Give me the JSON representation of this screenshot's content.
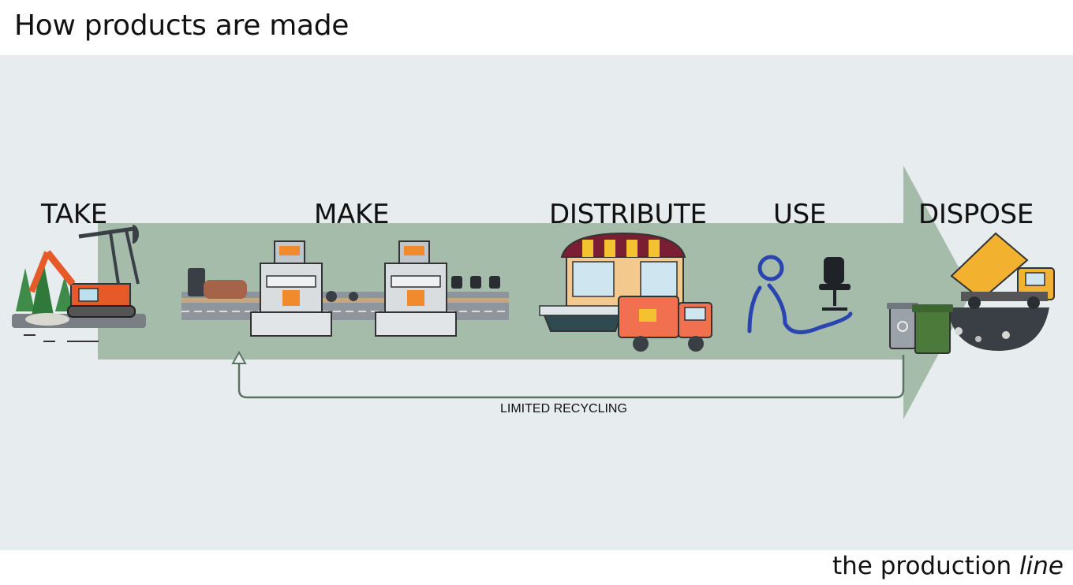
{
  "title": "How products are made",
  "stages": {
    "take": "TAKE",
    "make": "MAKE",
    "distribute": "DISTRIBUTE",
    "use": "USE",
    "dispose": "DISPOSE"
  },
  "loop_label": "LIMITED RECYCLING",
  "footer": {
    "brand_regular": "the production ",
    "brand_italic": "line"
  },
  "colors": {
    "panel_bg": "#e7ecee",
    "arrow": "#a6bcaa",
    "loop_line": "#5c7463"
  },
  "icons": {
    "take": "excavator-oil-pump-icon",
    "make": "factory-machine-conveyor-icon",
    "distribute": "shop-ship-truck-icon",
    "use": "person-chair-icon",
    "dispose": "dump-truck-bins-icon"
  }
}
